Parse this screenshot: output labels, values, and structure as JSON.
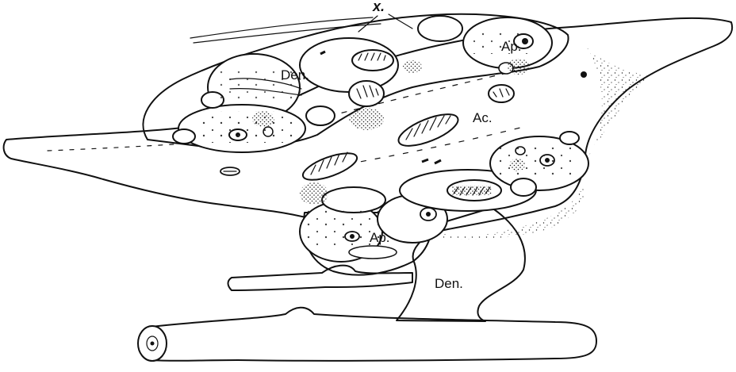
{
  "labels": {
    "x": "x.",
    "ap_top": "Ap.",
    "den_upper": "Den.",
    "ac": "Ac.",
    "ap_lower": "Ap.",
    "den_lower": "Den."
  },
  "colors": {
    "ink": "#111111",
    "paper": "#ffffff",
    "stipple": "#222222"
  }
}
